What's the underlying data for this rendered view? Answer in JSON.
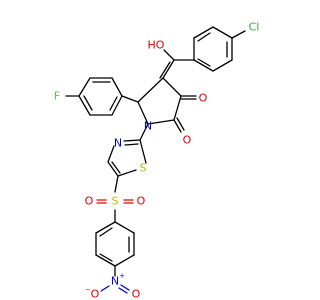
{
  "atoms": {
    "cl": "Cl",
    "oh": "HO",
    "f": "F",
    "o_ketone": "O",
    "o_amide": "O",
    "n_ring": "N",
    "n_thiazole": "N",
    "s_thiazole": "S",
    "s_sulfonyl": "S",
    "o_sulfonyl_left": "O",
    "o_sulfonyl_right": "O",
    "n_nitro": "N",
    "n_nitro_charge": "+",
    "o_nitro_left": "O",
    "o_nitro_left_charge": "−",
    "o_nitro_right": "O"
  },
  "colors": {
    "carbon": "#000000",
    "oxygen": "#e00000",
    "nitrogen": "#0000e0",
    "sulfur": "#c8b400",
    "fluorine": "#60c060",
    "chlorine": "#30b030"
  }
}
